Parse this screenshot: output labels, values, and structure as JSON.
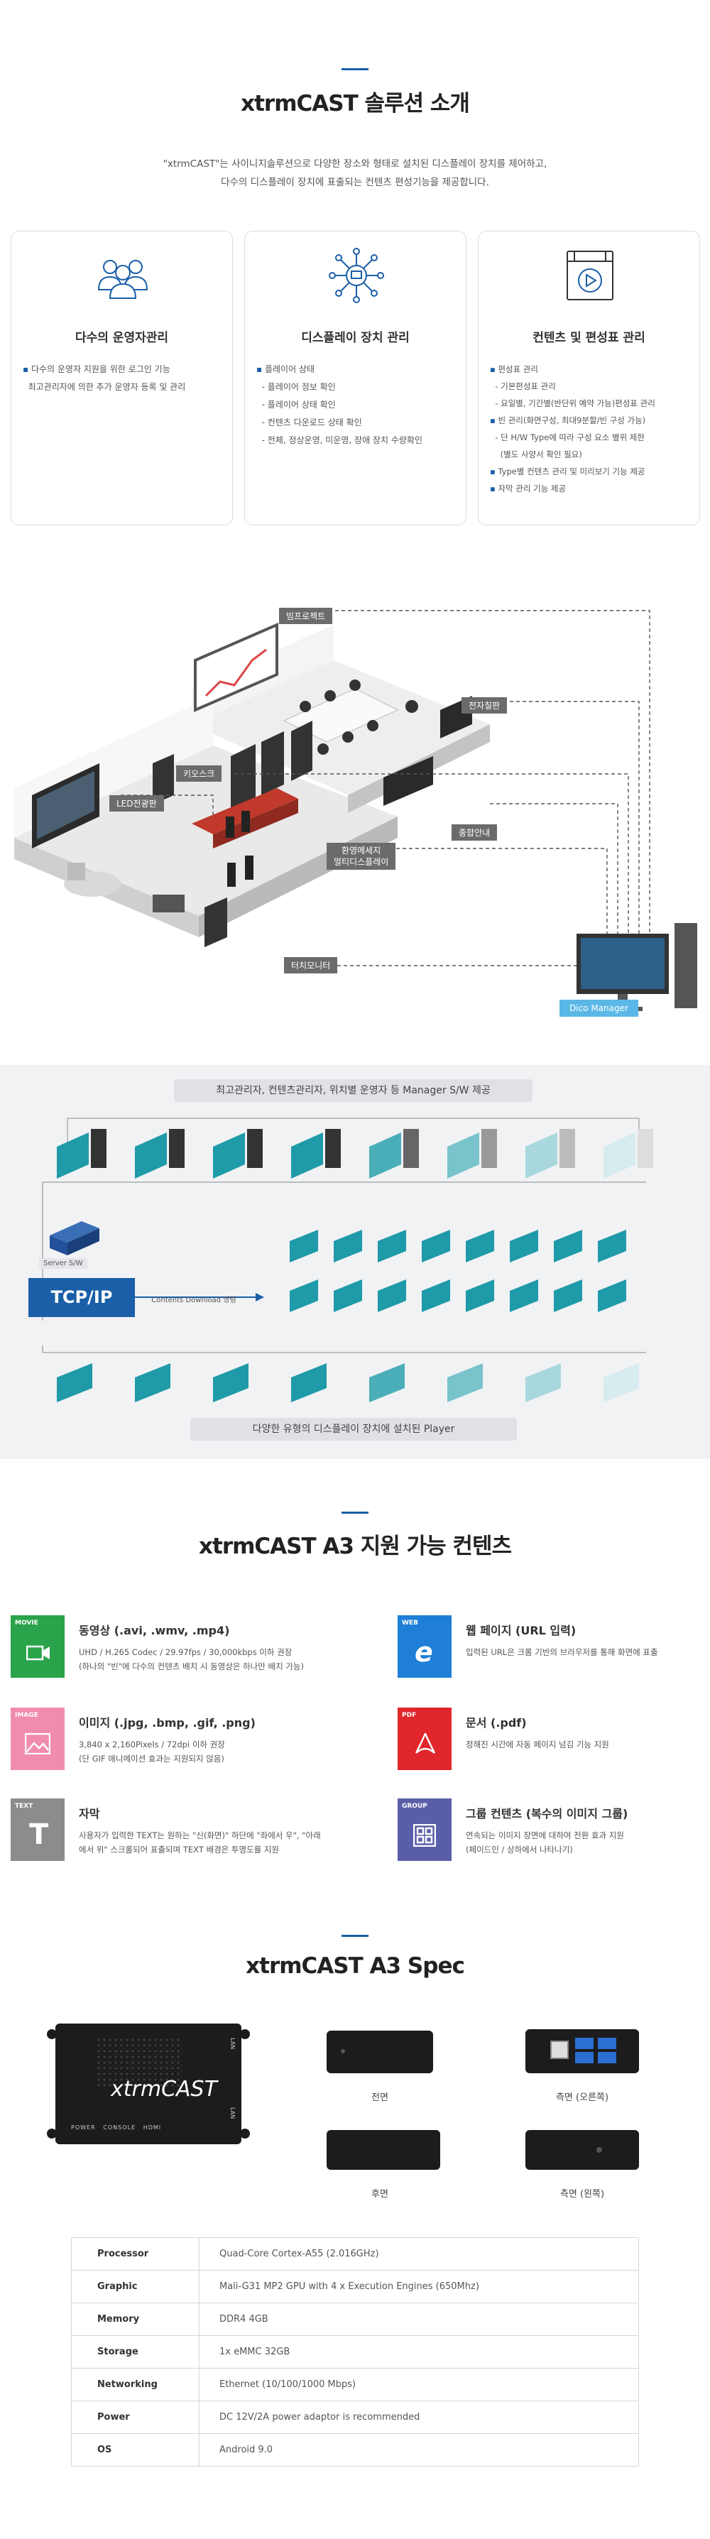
{
  "solution": {
    "title": "xtrmCAST 솔루션 소개",
    "intro_line1": "\"xtrmCAST\"는 사이니지솔루션으로 다양한 장소와 형태로 설치된 디스플레이 장치를 제어하고,",
    "intro_line2": "다수의 디스플레이 장치에 표출되는 컨텐츠 편성기능을 제공합니다.",
    "cards": [
      {
        "title": "다수의 운영자관리",
        "icon": "operators-icon",
        "items": [
          "다수의 운영자 지원을 위한 로그인 기능",
          "최고관리자에 의한 추가 운영자 등록 및 관리"
        ]
      },
      {
        "title": "디스플레이 장치 관리",
        "icon": "display-network-icon",
        "items": [
          "플레이어 상태",
          "- 플레이어 정보 확인",
          "- 플레이어 상태 확인",
          "- 컨텐츠 다운로드 상태 확인",
          "- 전체, 정상운영, 미운영, 장애 장치 수량확인"
        ]
      },
      {
        "title": "컨텐츠 및 편성표 관리",
        "icon": "content-schedule-icon",
        "items": [
          "편성표 관리",
          "- 기본편성표 관리",
          "- 요일별, 기간별(반단위 예약 가능)편성표 관리",
          "빈 관리(화면구성, 최대9분할/빈 구성 가능)",
          "- 단 H/W Type에 따라 구성 요소 별위 제한",
          "(별도 사양서 확인 필요)",
          "Type별 컨텐츠 관리 및 미리보기 기능 제공",
          "자막 관리 기능 제공"
        ]
      }
    ]
  },
  "diagram_labels": {
    "beam": "빔프로젝트",
    "board": "전자칠판",
    "kiosk": "키오스크",
    "led": "LED전광판",
    "info": "종합안내",
    "welcome_1": "환영메세지",
    "welcome_2": "멀티디스플레이",
    "touch": "터치모니터",
    "manager": "Dico Manager"
  },
  "network": {
    "top_label": "최고관리자, 컨텐츠관리자, 위치별 운영자 등 Manager S/W 제공",
    "server_label": "Server S/W",
    "tcp_label": "TCP/IP",
    "download_label": "Contents Download 명령",
    "bottom_label": "다양한 유형의 디스플레이 장치에 설치된 Player"
  },
  "contents": {
    "title": "xtrmCAST A3 지원 가능 컨텐츠",
    "items": [
      {
        "tag": "MOVIE",
        "color": "#2aa34a",
        "title": "동영상 (.avi, .wmv, .mp4)",
        "line1": "UHD / H.265 Codec / 29.97fps / 30,000kbps 이하 권장",
        "line2": "(하나의 \"빈\"에 다수의 컨텐츠 배치 시 동영상은 하나만 배치 가능)"
      },
      {
        "tag": "WEB",
        "color": "#1f7fd6",
        "title": "웹 페이지 (URL 입력)",
        "line1": "입력된 URL은 크롬 기반의 브라우저를 통해 화면에 표출",
        "line2": ""
      },
      {
        "tag": "IMAGE",
        "color": "#f08cb0",
        "title": "이미지 (.jpg, .bmp, .gif, .png)",
        "line1": "3,840 x 2,160Pixels / 72dpi 이하 권장",
        "line2": "(단 GIF 애니메이션 효과는 지원되지 않음)"
      },
      {
        "tag": "PDF",
        "color": "#e0262a",
        "title": "문서 (.pdf)",
        "line1": "정해진 시간에 자동 페이지 넘김 기능 지원",
        "line2": ""
      },
      {
        "tag": "TEXT",
        "color": "#8c8c8c",
        "title": "자막",
        "line1": "사용자가 입력한 TEXT는 원하는 \"신(화면)\" 하단에 \"좌에서 우\", \"아래",
        "line2": "에서 위\" 스크롤되어 표출되며 TEXT 배경은 투명도를 지원"
      },
      {
        "tag": "GROUP",
        "color": "#5a5ea8",
        "title": "그룹 컨텐츠 (복수의 이미지 그룹)",
        "line1": "연속되는 이미지 장면에 대하여 전환 효과 지원",
        "line2": "(페이드인 / 상하에서 나타나기)"
      }
    ]
  },
  "spec": {
    "title": "xtrmCAST A3 Spec",
    "device_brand": "xtrmCAST",
    "port_labels": [
      "POWER",
      "CONSOLE",
      "HDMI"
    ],
    "lan_label": "LAN",
    "captions": {
      "front": "전면",
      "side_right": "측면 (오른쪽)",
      "back": "후면",
      "side_left": "측면 (왼쪽)"
    },
    "rows": [
      {
        "k": "Processor",
        "v": "Quad-Core Cortex-A55 (2.016GHz)"
      },
      {
        "k": "Graphic",
        "v": "Mali-G31 MP2 GPU with 4 x Execution Engines (650Mhz)"
      },
      {
        "k": "Memory",
        "v": "DDR4 4GB"
      },
      {
        "k": "Storage",
        "v": "1x eMMC 32GB"
      },
      {
        "k": "Networking",
        "v": "Ethernet (10/100/1000 Mbps)"
      },
      {
        "k": "Power",
        "v": "DC 12V/2A power adaptor is recommended"
      },
      {
        "k": "OS",
        "v": "Android 9.0"
      }
    ]
  },
  "colors": {
    "accent": "#1a5fa8",
    "manager_label": "#5bb8e6"
  }
}
